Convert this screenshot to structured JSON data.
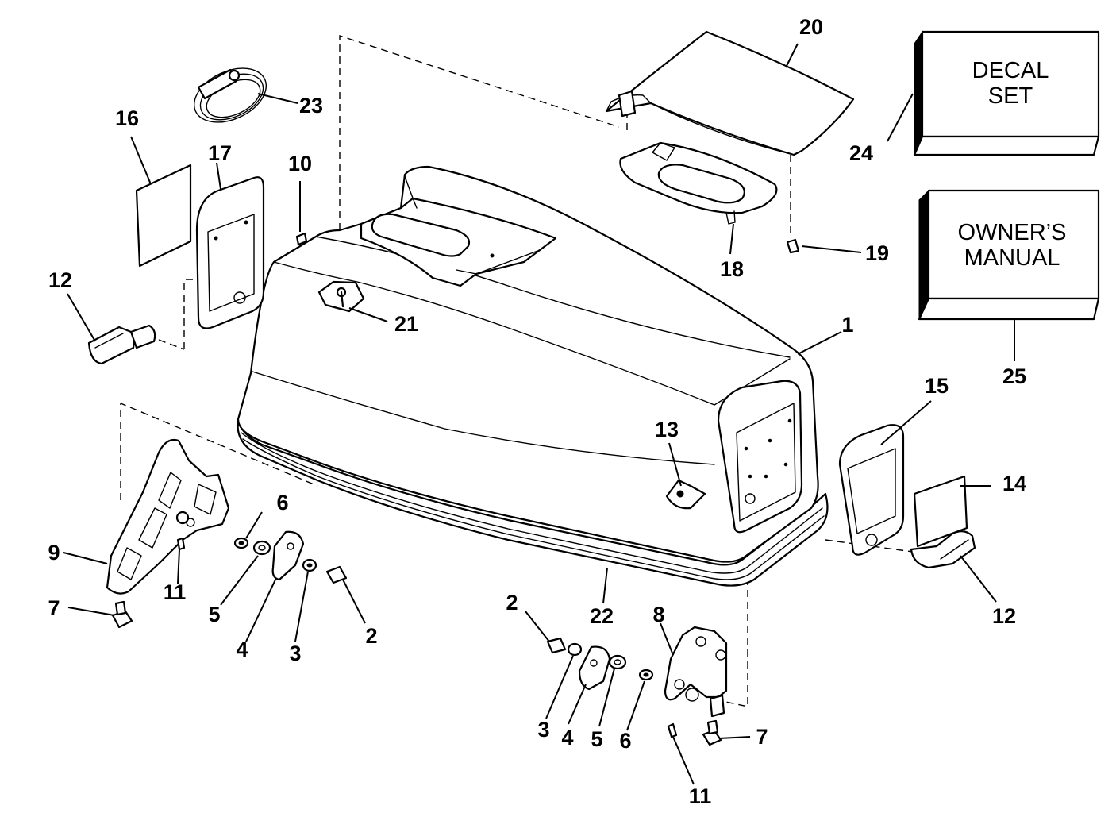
{
  "callouts": {
    "c1": "1",
    "c2a": "2",
    "c2b": "2",
    "c3a": "3",
    "c3b": "3",
    "c4a": "4",
    "c4b": "4",
    "c5a": "5",
    "c5b": "5",
    "c6a": "6",
    "c6b": "6",
    "c7a": "7",
    "c7b": "7",
    "c8": "8",
    "c9": "9",
    "c10": "10",
    "c11a": "11",
    "c11b": "11",
    "c12a": "12",
    "c12b": "12",
    "c13": "13",
    "c14": "14",
    "c15": "15",
    "c16": "16",
    "c17": "17",
    "c18": "18",
    "c19": "19",
    "c20": "20",
    "c21": "21",
    "c22": "22",
    "c23": "23",
    "c24": "24",
    "c25": "25"
  },
  "boxes": {
    "decal_line1": "DECAL",
    "decal_line2": "SET",
    "manual_line1": "OWNER’S",
    "manual_line2": "MANUAL"
  }
}
